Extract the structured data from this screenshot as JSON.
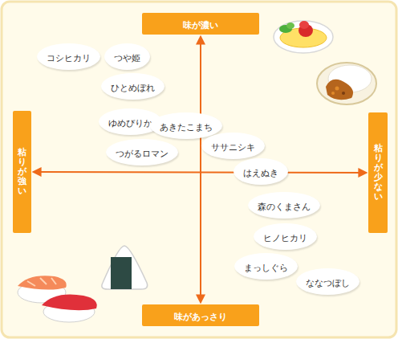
{
  "diagram": {
    "nodes": [
      {
        "text": [
          "味が濃い"
        ]
      },
      {
        "text": [
          "粘りが強い"
        ]
      },
      {
        "text": [
          "粘りが少ない"
        ]
      },
      {
        "text": [
          "味があっさり"
        ]
      },
      {
        "text": [
          "コシヒカリ"
        ]
      },
      {
        "text": [
          "つや姫"
        ]
      },
      {
        "text": [
          "ひとめぼれ"
        ]
      },
      {
        "text": [
          "ゆめぴりか"
        ]
      },
      {
        "text": [
          "あきたこまち"
        ]
      },
      {
        "text": [
          "つがるロマン"
        ]
      },
      {
        "text": [
          "ササニシキ"
        ]
      },
      {
        "text": [
          "はえぬき"
        ]
      },
      {
        "text": [
          "森のくまさん"
        ]
      },
      {
        "text": [
          "ヒノヒカリ"
        ]
      },
      {
        "text": [
          "まっしぐら"
        ]
      },
      {
        "text": [
          "ななつぼし"
        ]
      }
    ],
    "edges": [
      {
        "from": 0,
        "to": 3,
        "arrow": "both"
      },
      {
        "from": 1,
        "to": 2,
        "arrow": "both"
      }
    ]
  }
}
